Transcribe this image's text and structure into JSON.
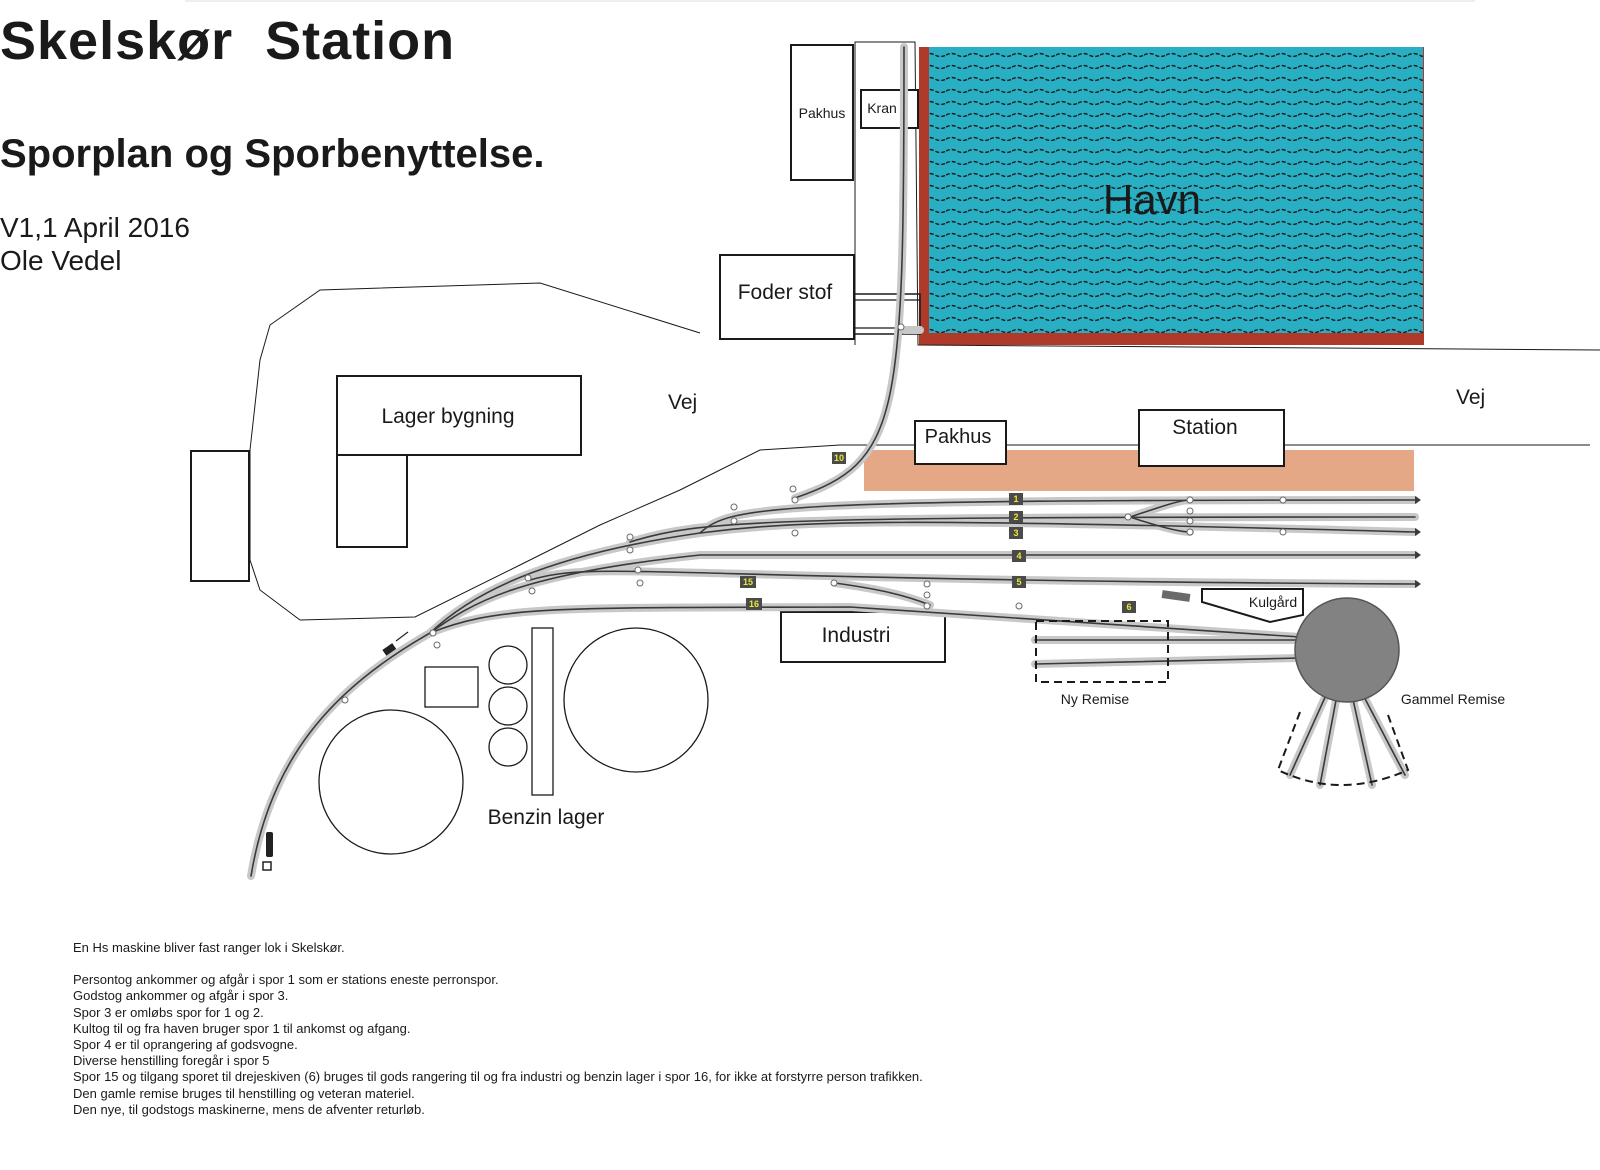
{
  "header": {
    "title": "Skelskør  Station",
    "subtitle": "Sporplan og Sporbenyttelse.",
    "version": "V1,1 April 2016",
    "author": "Ole Vedel"
  },
  "buildings": {
    "pakhus_harbour": "Pakhus",
    "kran": "Kran",
    "foder_stof": "Foder stof",
    "lager_bygning": "Lager bygning",
    "pakhus_station": "Pakhus",
    "station": "Station",
    "industri": "Industri",
    "kulgaard": "Kulgård",
    "benzin_lager": "Benzin lager",
    "ny_remise": "Ny Remise",
    "gammel_remise": "Gammel Remise"
  },
  "areas": {
    "havn": "Havn",
    "vej_left": "Vej",
    "vej_right": "Vej"
  },
  "track_numbers": {
    "spor_1": "1",
    "spor_2": "2",
    "spor_3": "3",
    "spor_4": "4",
    "spor_5": "5",
    "spor_6": "6",
    "spor_10": "10",
    "spor_15": "15",
    "spor_16": "16"
  },
  "colors": {
    "water": "#29afc3",
    "quay": "#b03a2a",
    "platform": "#e4a886",
    "track_bed": "#c8c8c8",
    "rail": "#3a3a3a",
    "track_badge": "#4a4a4a",
    "track_badge_text": "#e8e83a",
    "turntable": "#828282"
  },
  "notes": [
    "En Hs maskine bliver fast ranger lok i Skelskør.",
    "",
    "Persontog ankommer og afgår i spor 1 som er stations eneste perronspor.",
    "Godstog ankommer og afgår i spor 3.",
    "Spor 3 er omløbs spor for 1 og 2.",
    "Kultog til og fra haven bruger spor 1 til ankomst og afgang.",
    "Spor 4 er til oprangering af godsvogne.",
    "Diverse henstilling foregår i spor 5",
    "Spor 15 og tilgang sporet til drejeskiven (6) bruges til gods rangering til og fra industri og benzin lager i spor 16, for ikke at forstyrre person trafikken.",
    "Den gamle remise bruges til henstilling og veteran materiel.",
    "Den nye, til godstogs maskinerne, mens de afventer returløb."
  ]
}
